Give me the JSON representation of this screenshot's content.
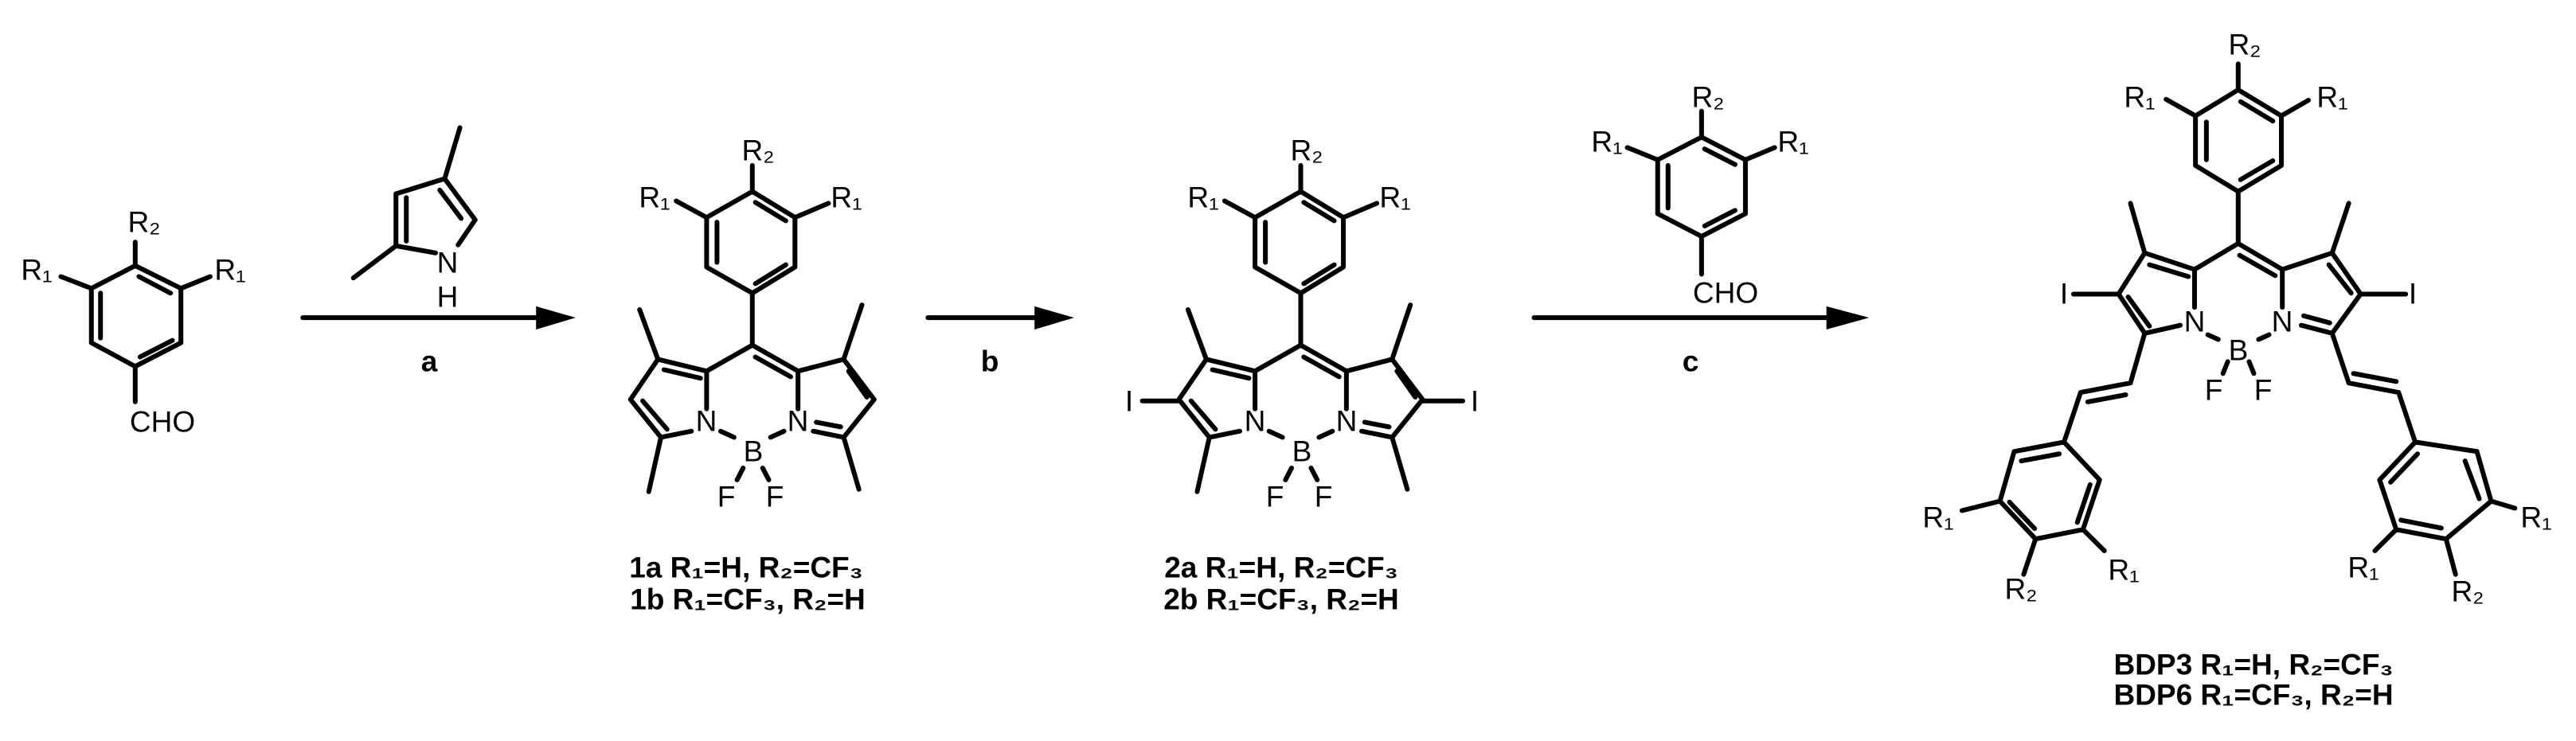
{
  "reactions": [
    {
      "reagent": "a"
    },
    {
      "reagent": "b"
    },
    {
      "reagent": "c"
    }
  ],
  "atoms": {
    "R1": "R₁",
    "R2": "R₂",
    "CHO": "CHO",
    "N": "N",
    "H": "H",
    "B": "B",
    "F": "F",
    "I": "I"
  },
  "compounds": {
    "compound1": {
      "line1": "1a R₁=H, R₂=CF₃",
      "line2": "1b R₁=CF₃, R₂=H"
    },
    "compound2": {
      "line1": "2a R₁=H, R₂=CF₃",
      "line2": "2b R₁=CF₃, R₂=H"
    },
    "product": {
      "line1": "BDP3 R₁=H, R₂=CF₃",
      "line2": "BDP6 R₁=CF₃, R₂=H"
    }
  },
  "colors": {
    "ink": "#000000",
    "background": "#ffffff"
  }
}
